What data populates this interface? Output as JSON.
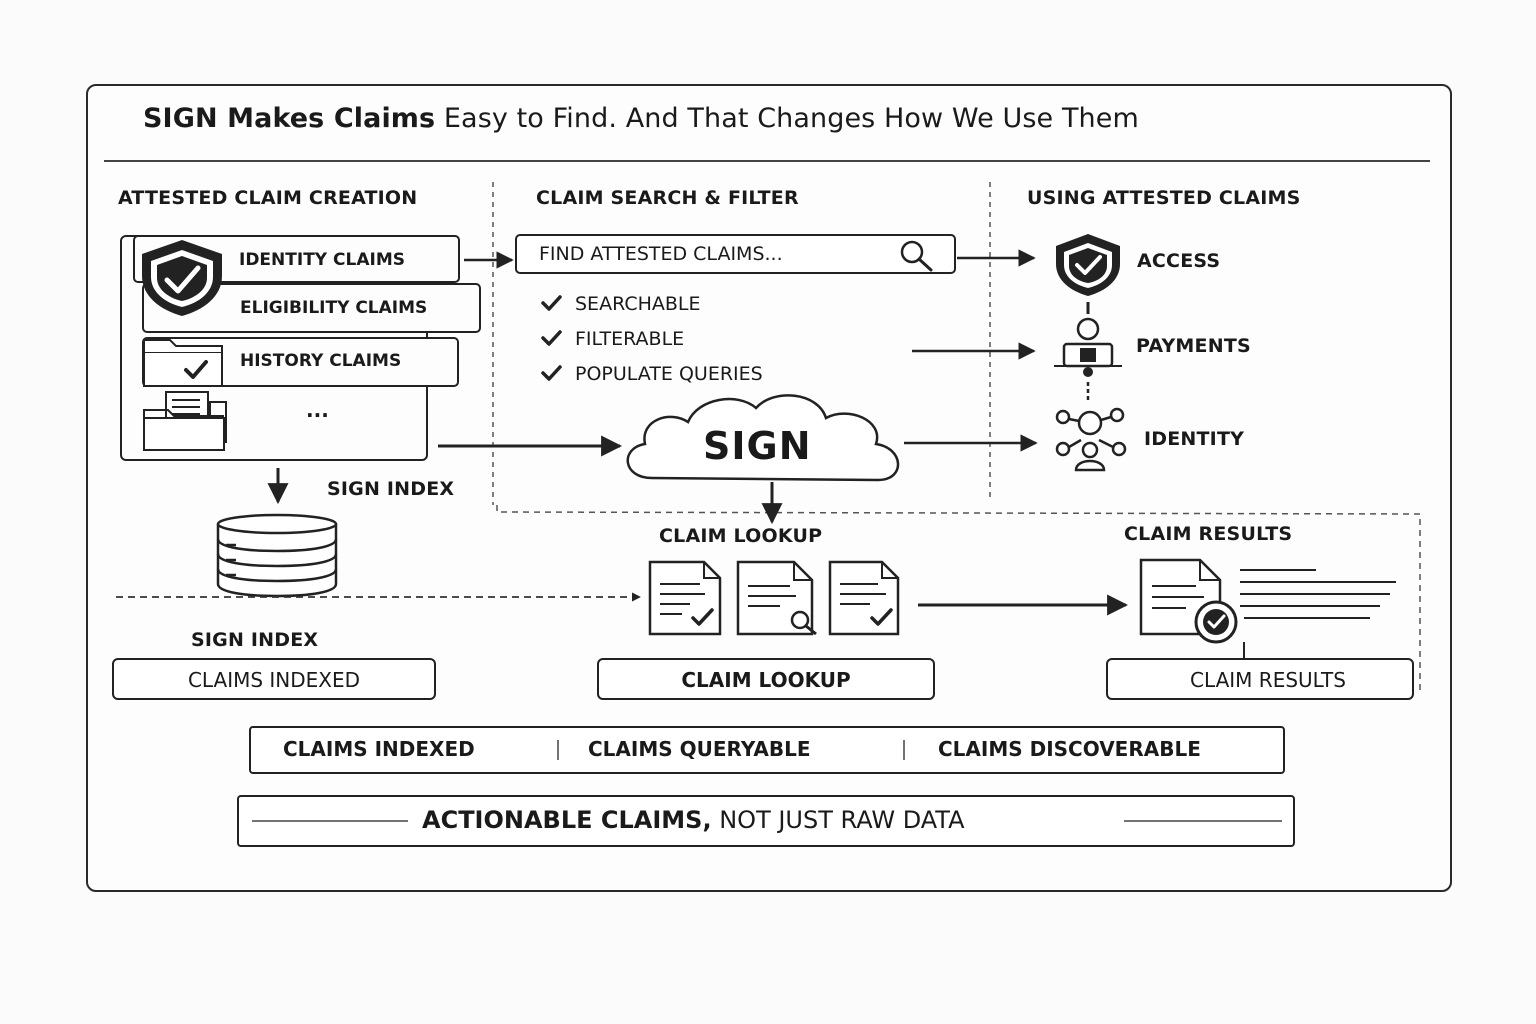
{
  "title": {
    "bold": "SIGN Makes Claims",
    "rest": " Easy to Find. And That Changes How We Use Them"
  },
  "columns": {
    "creation": {
      "header": "ATTESTED CLAIM CREATION",
      "claims": [
        "IDENTITY CLAIMS",
        "ELIGIBILITY CLAIMS",
        "HISTORY CLAIMS"
      ],
      "more": "...",
      "index_label": "SIGN INDEX"
    },
    "search": {
      "header": "CLAIM SEARCH & FILTER",
      "search_placeholder": "FIND ATTESTED CLAIMS...",
      "features": [
        "SEARCHABLE",
        "FILTERABLE",
        "POPULATE QUERIES"
      ]
    },
    "using": {
      "header": "USING ATTESTED CLAIMS",
      "uses": [
        "ACCESS",
        "PAYMENTS",
        "IDENTITY"
      ]
    }
  },
  "hub": {
    "label": "SIGN"
  },
  "stages": {
    "index": {
      "title": "SIGN INDEX",
      "box": "CLAIMS INDEXED"
    },
    "lookup": {
      "title": "CLAIM LOOKUP",
      "box": "CLAIM LOOKUP"
    },
    "results": {
      "title": "CLAIM RESULTS",
      "box": "CLAIM RESULTS"
    }
  },
  "summary": [
    "CLAIMS INDEXED",
    "CLAIMS QUERYABLE",
    "CLAIMS DISCOVERABLE"
  ],
  "footer": {
    "bold": "ACTIONABLE CLAIMS,",
    "rest": " NOT JUST RAW DATA"
  },
  "colors": {
    "ink": "#1a1a1a",
    "background": "#fbfbfb"
  },
  "icons": [
    "shield-check-icon",
    "folder-check-icon",
    "folder-documents-icon",
    "search-icon",
    "check-icon",
    "person-card-icon",
    "network-people-icon",
    "cloud-icon",
    "database-icon",
    "document-check-icon",
    "document-search-icon",
    "result-document-icon",
    "arrow-icon"
  ]
}
